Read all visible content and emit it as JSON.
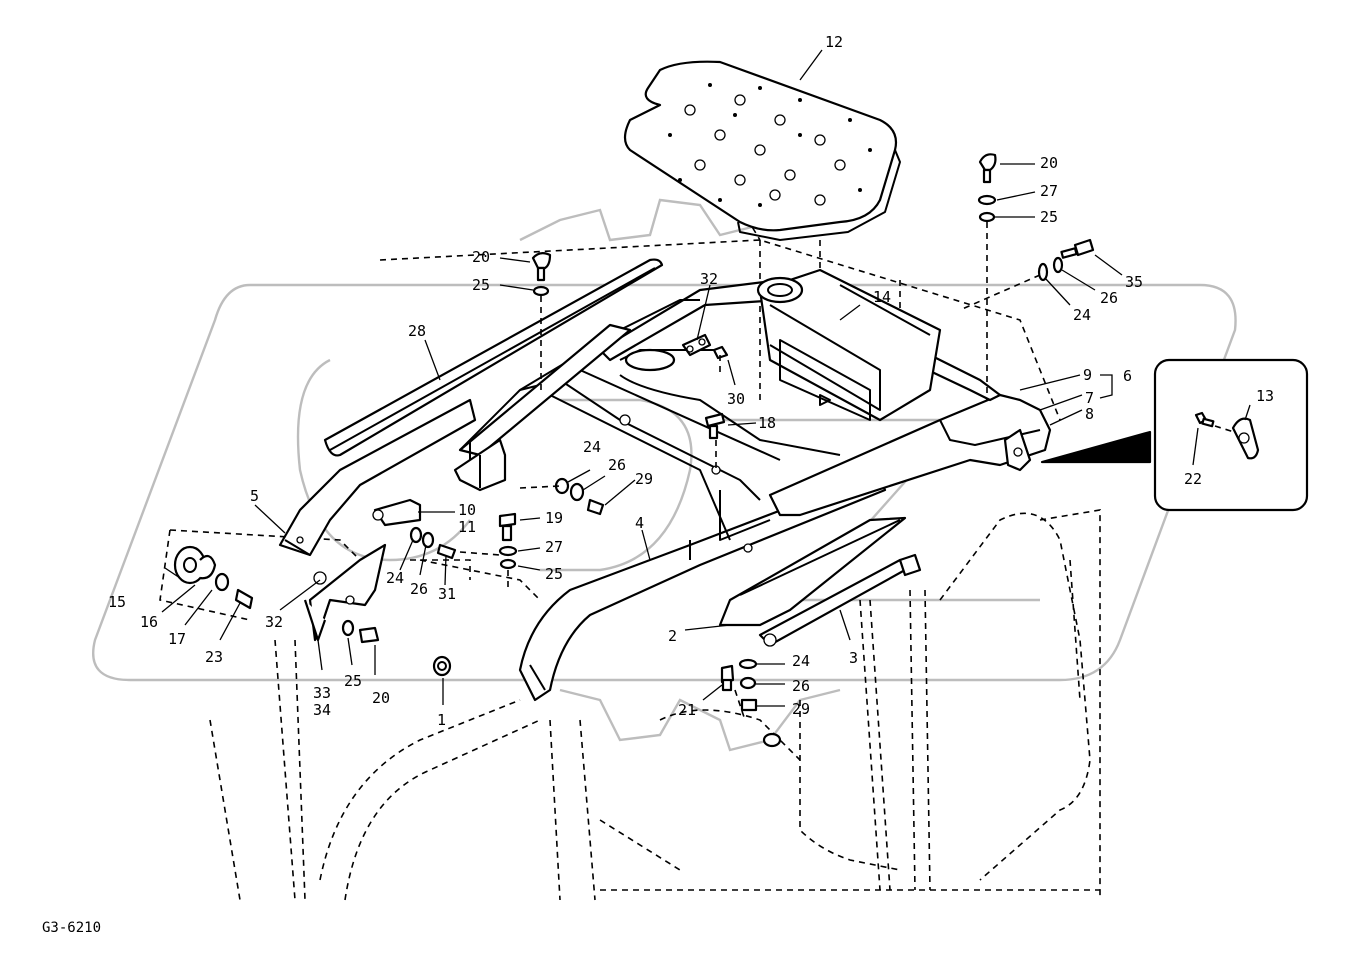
{
  "diagram": {
    "drawing_code": "G3-6210",
    "callouts": {
      "c1": "1",
      "c2": "2",
      "c3": "3",
      "c4": "4",
      "c5": "5",
      "c6": "6",
      "c7": "7",
      "c8": "8",
      "c9": "9",
      "c10": "10",
      "c11": "11",
      "c12": "12",
      "c13": "13",
      "c14": "14",
      "c15": "15",
      "c16": "16",
      "c17": "17",
      "c18": "18",
      "c19": "19",
      "c20a": "20",
      "c20b": "20",
      "c20c": "20",
      "c21": "21",
      "c22": "22",
      "c23": "23",
      "c24a": "24",
      "c24b": "24",
      "c24c": "24",
      "c24d": "24",
      "c25a": "25",
      "c25b": "25",
      "c25c": "25",
      "c25d": "25",
      "c26a": "26",
      "c26b": "26",
      "c26c": "26",
      "c26d": "26",
      "c27a": "27",
      "c27b": "27",
      "c28": "28",
      "c29a": "29",
      "c29b": "29",
      "c30": "30",
      "c31": "31",
      "c32a": "32",
      "c32b": "32",
      "c33": "33",
      "c34": "34",
      "c35": "35"
    }
  }
}
